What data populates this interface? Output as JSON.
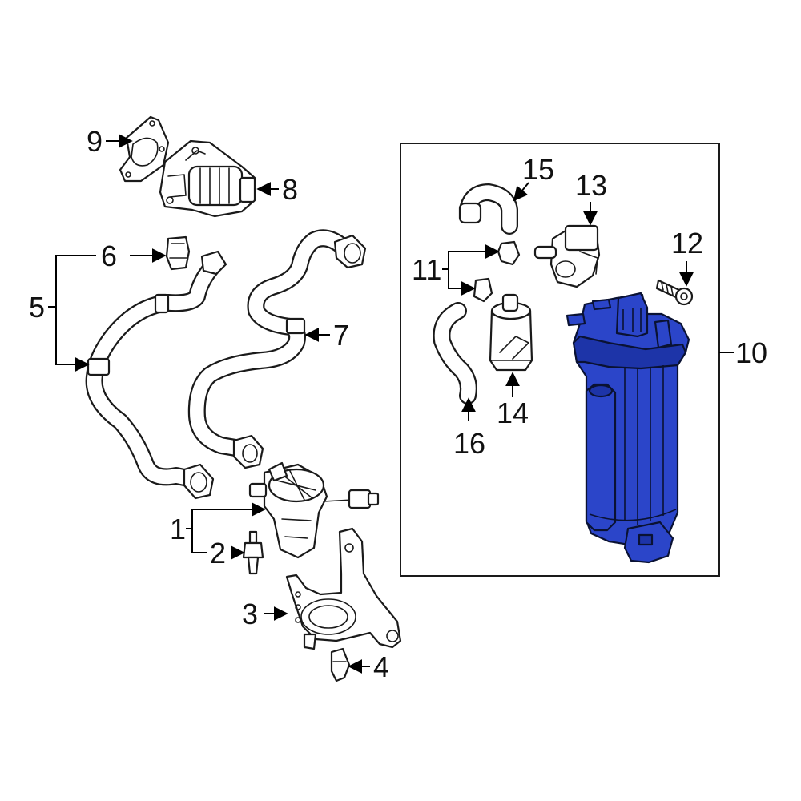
{
  "callouts": [
    {
      "id": "1",
      "label": "1"
    },
    {
      "id": "2",
      "label": "2"
    },
    {
      "id": "3",
      "label": "3"
    },
    {
      "id": "4",
      "label": "4"
    },
    {
      "id": "5",
      "label": "5"
    },
    {
      "id": "6",
      "label": "6"
    },
    {
      "id": "7",
      "label": "7"
    },
    {
      "id": "8",
      "label": "8"
    },
    {
      "id": "9",
      "label": "9"
    },
    {
      "id": "10",
      "label": "10"
    },
    {
      "id": "11",
      "label": "11"
    },
    {
      "id": "12",
      "label": "12"
    },
    {
      "id": "13",
      "label": "13"
    },
    {
      "id": "14",
      "label": "14"
    },
    {
      "id": "15",
      "label": "15"
    },
    {
      "id": "16",
      "label": "16"
    }
  ],
  "colors": {
    "highlight_fill": "#2b45c9",
    "highlight_shade": "#1d34a8",
    "line": "#1a1a1a",
    "background": "#ffffff"
  },
  "highlighted_part": "10"
}
